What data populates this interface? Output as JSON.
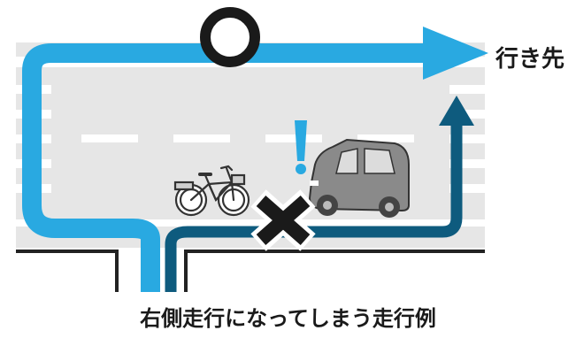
{
  "destination_label": "行き先",
  "caption": "右側走行になってしまう走行例",
  "marks": {
    "ok_symbol": "circle",
    "ng_symbol": "cross",
    "alert_symbol": "exclamation"
  },
  "colors": {
    "road": "#e6e6e6",
    "lane_stripe": "#ffffff",
    "curb": "#222222",
    "light_blue_arrow": "#29a9e1",
    "dark_blue_arrow": "#0e5b7e",
    "mark_black": "#1a1a1a",
    "car_body": "#8a8a8a",
    "car_window": "#dcdcdc",
    "alert_blue": "#29a9e1"
  },
  "icons": [
    "bicycle-icon",
    "car-icon",
    "circle-ok-icon",
    "cross-ng-icon",
    "exclamation-icon"
  ]
}
